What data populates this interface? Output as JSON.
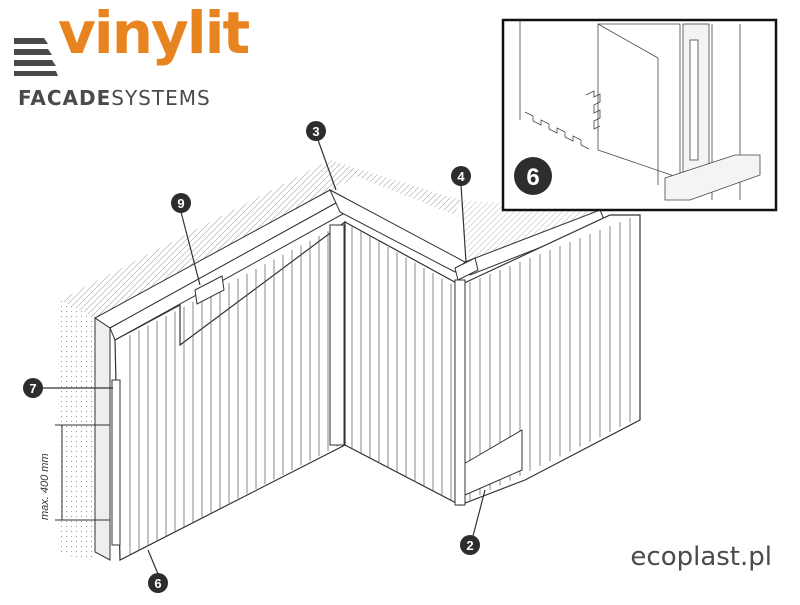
{
  "brand": {
    "name": "vinylit",
    "subtitle_bold": "FACADE",
    "subtitle_light": "SYSTEMS",
    "color_main": "#e8841f",
    "color_dark": "#4a4a4a"
  },
  "watermark": "ecoplast.pl",
  "dimension_label": "max. 400 mm",
  "callouts": [
    "9",
    "3",
    "4",
    "7",
    "2",
    "6"
  ],
  "inset_callout": "6"
}
